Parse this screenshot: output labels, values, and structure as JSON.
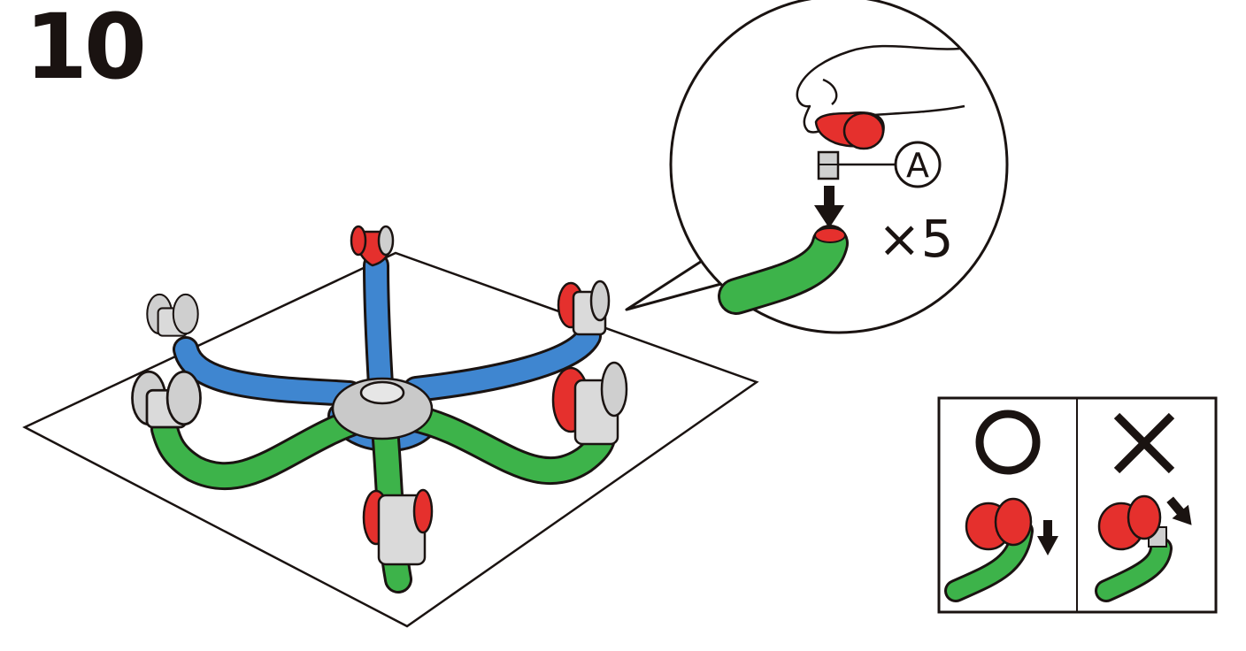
{
  "step": {
    "number": "10"
  },
  "detail": {
    "part_label": "A",
    "quantity": "×5"
  },
  "check": {
    "correct_symbol": "O",
    "incorrect_symbol": "X"
  },
  "colors": {
    "ink": "#1a1311",
    "caster_red": "#e5302d",
    "leg_green": "#3db34a",
    "leg_blue": "#3f86d0",
    "wheel_gray": "#d2d2d2",
    "hub_gray": "#c9c9c9",
    "background": "#ffffff"
  }
}
